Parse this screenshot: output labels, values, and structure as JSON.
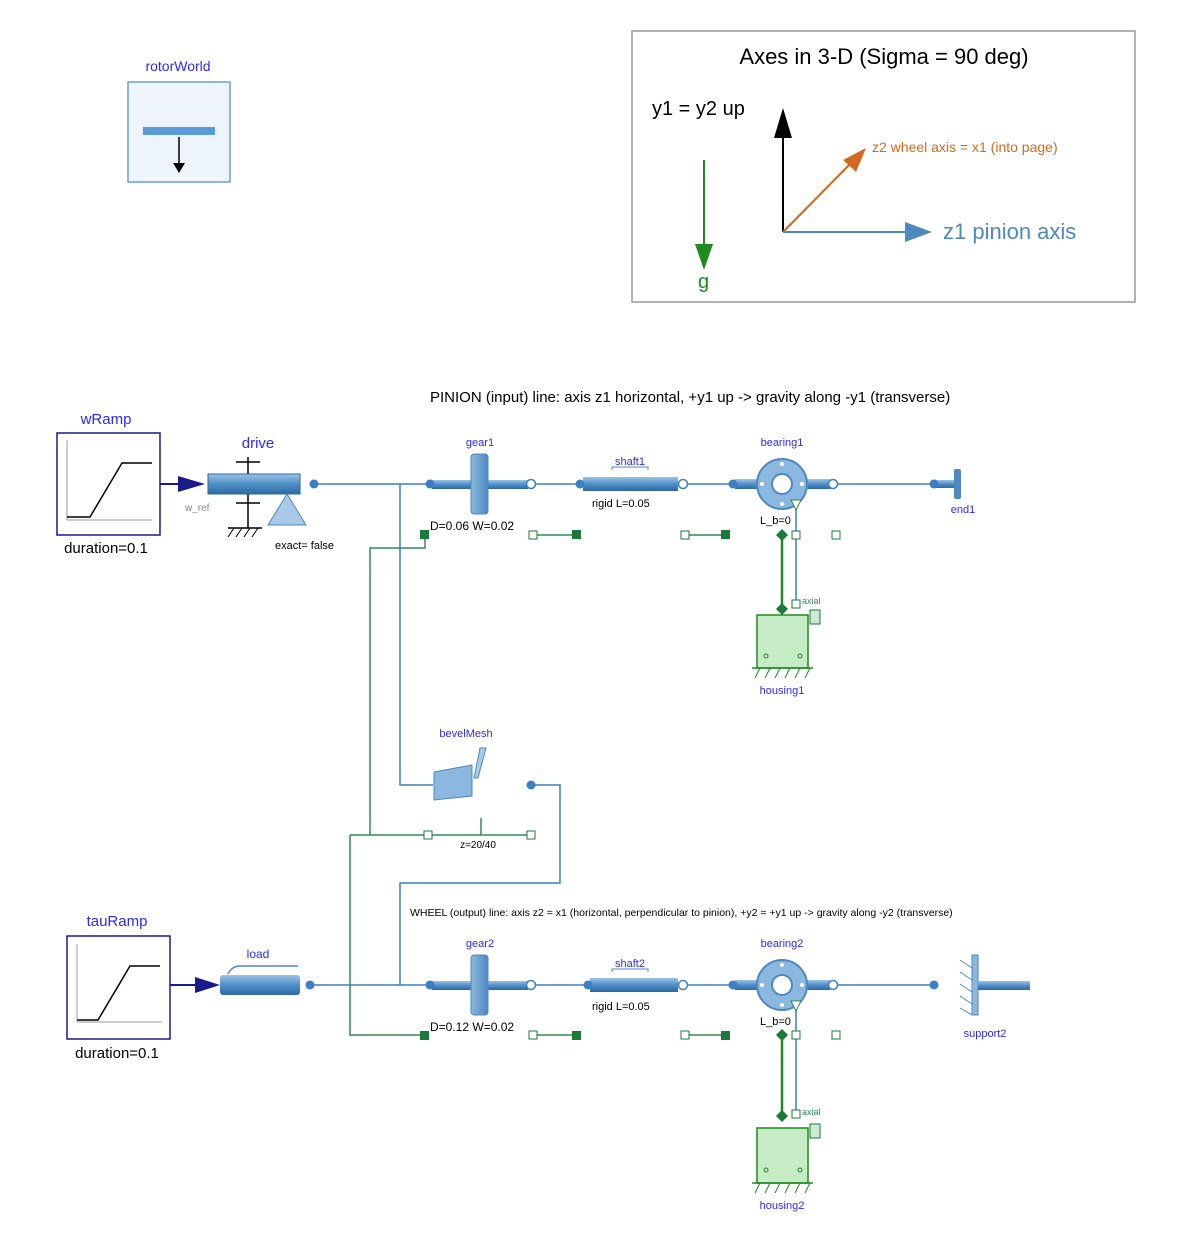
{
  "components": {
    "rotorWorld": "rotorWorld",
    "wRamp": "wRamp",
    "wRamp_param": "duration=0.1",
    "drive": "drive",
    "drive_in": "w_ref",
    "drive_param": "exact= false",
    "gear1": "gear1",
    "gear1_param": "D=0.06  W=0.02",
    "shaft1": "shaft1",
    "shaft1_param": "rigid  L=0.05",
    "bearing1": "bearing1",
    "bearing1_param": "L_b=0",
    "end1": "end1",
    "housing1": "housing1",
    "housing1_axial": "axial",
    "bevelMesh": "bevelMesh",
    "bevelMesh_param": "z=20/40",
    "tauRamp": "tauRamp",
    "tauRamp_param": "duration=0.1",
    "load": "load",
    "gear2": "gear2",
    "gear2_param": "D=0.12  W=0.02",
    "shaft2": "shaft2",
    "shaft2_param": "rigid  L=0.05",
    "bearing2": "bearing2",
    "bearing2_param": "L_b=0",
    "support2": "support2",
    "housing2": "housing2",
    "housing2_axial": "axial"
  },
  "annotations": {
    "pinion_line": "PINION (input) line: axis z1 horizontal, +y1 up -> gravity along -y1 (transverse)",
    "wheel_line": "WHEEL (output) line: axis z2 = x1 (horizontal, perpendicular to pinion), +y2 = +y1 up -> gravity along -y2 (transverse)"
  },
  "axes_box": {
    "title": "Axes in 3-D (Sigma = 90 deg)",
    "y_label": "y1 = y2 up",
    "z2_label": "z2 wheel axis = x1 (into page)",
    "z1_label": "z1 pinion axis",
    "g_label": "g"
  },
  "colors": {
    "component_label": "#2a2aff",
    "mech_line": "#3b7fc4",
    "signal_line": "#1a7a3a",
    "orange": "#d2691e",
    "green": "#1f8a1f"
  }
}
